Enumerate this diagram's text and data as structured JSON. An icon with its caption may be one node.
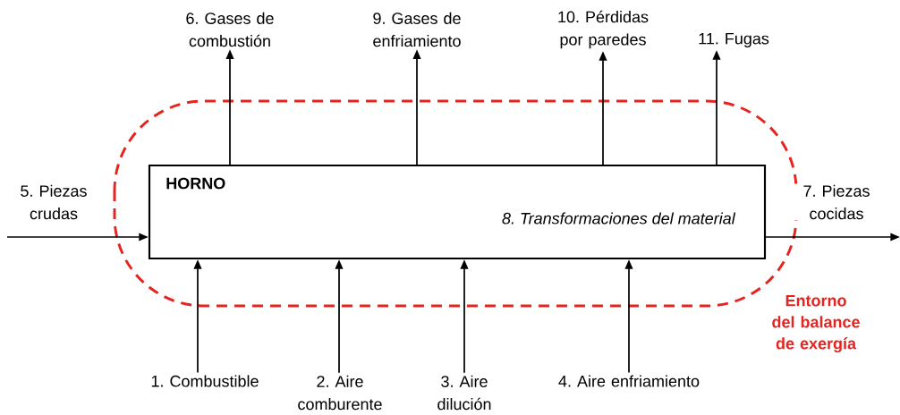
{
  "diagram": {
    "nodes": [
      {
        "text": [
          "6. Gases de combustión"
        ]
      },
      {
        "text": [
          "9. Gases de enfriamiento"
        ]
      },
      {
        "text": [
          "10. Pérdidas por paredes"
        ]
      },
      {
        "text": [
          "11. Fugas"
        ]
      },
      {
        "text": [
          "HORNO",
          "8. Transformaciones del material"
        ]
      },
      {
        "text": [
          "1. Combustible"
        ]
      },
      {
        "text": [
          "2. Aire comburente"
        ]
      },
      {
        "text": [
          "3. Aire dilución"
        ]
      },
      {
        "text": [
          "4. Aire enfriamiento"
        ]
      }
    ],
    "edges": [
      {
        "from": 4,
        "to": 0,
        "arrow": "to"
      },
      {
        "from": 4,
        "to": 1,
        "arrow": "to"
      },
      {
        "from": 4,
        "to": 2,
        "arrow": "to"
      },
      {
        "from": 4,
        "to": 3,
        "arrow": "to"
      },
      {
        "from": 5,
        "to": 4,
        "arrow": "to"
      },
      {
        "from": 6,
        "to": 4,
        "arrow": "to"
      },
      {
        "from": 7,
        "to": 4,
        "arrow": "to"
      },
      {
        "from": 8,
        "to": 4,
        "arrow": "to"
      },
      {
        "from": null,
        "to": 4,
        "arrow": "to",
        "label": "5. Piezas crudas"
      },
      {
        "from": 4,
        "to": null,
        "arrow": "to",
        "label": "7. Piezas cocidas"
      }
    ],
    "labels": [
      "Entorno del balance de exergía"
    ]
  }
}
